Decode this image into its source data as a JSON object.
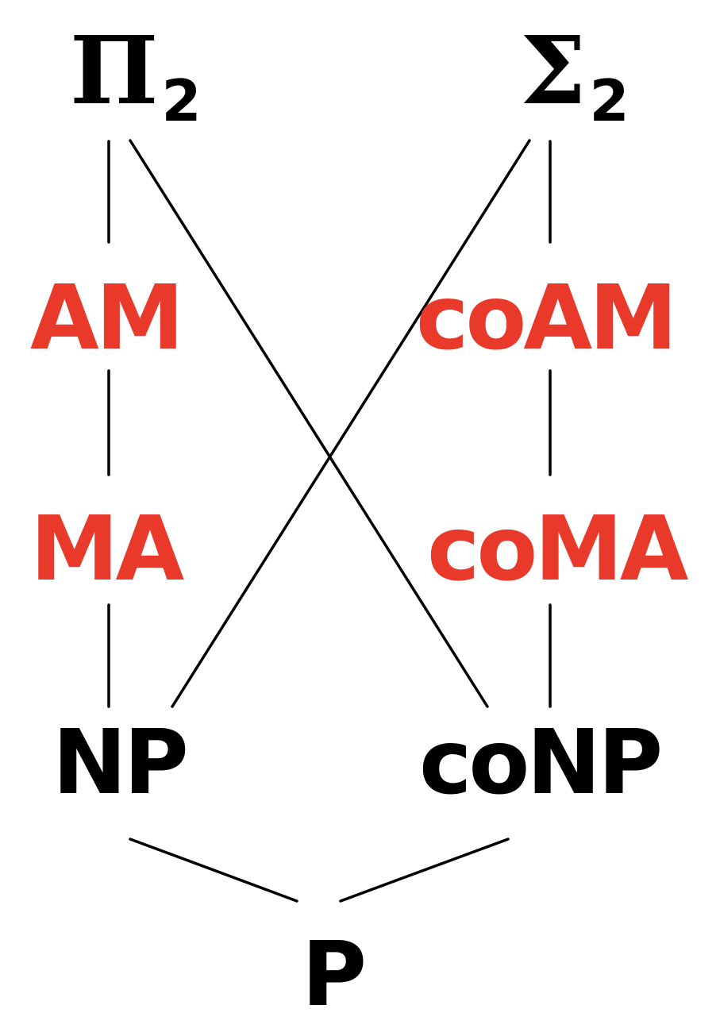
{
  "colors": {
    "primary": "#000000",
    "accent": "#e8392a"
  },
  "nodes": {
    "pi2": {
      "symbol": "Π",
      "sub": "2",
      "color": "primary"
    },
    "sig2": {
      "symbol": "Σ",
      "sub": "2",
      "color": "primary"
    },
    "am": {
      "label": "AM",
      "color": "accent"
    },
    "coam": {
      "label": "coAM",
      "color": "accent"
    },
    "ma": {
      "label": "MA",
      "color": "accent"
    },
    "coma": {
      "label": "coMA",
      "color": "accent"
    },
    "np": {
      "label": "NP",
      "color": "primary"
    },
    "conp": {
      "label": "coNP",
      "color": "primary"
    },
    "p": {
      "label": "P",
      "color": "primary"
    }
  }
}
